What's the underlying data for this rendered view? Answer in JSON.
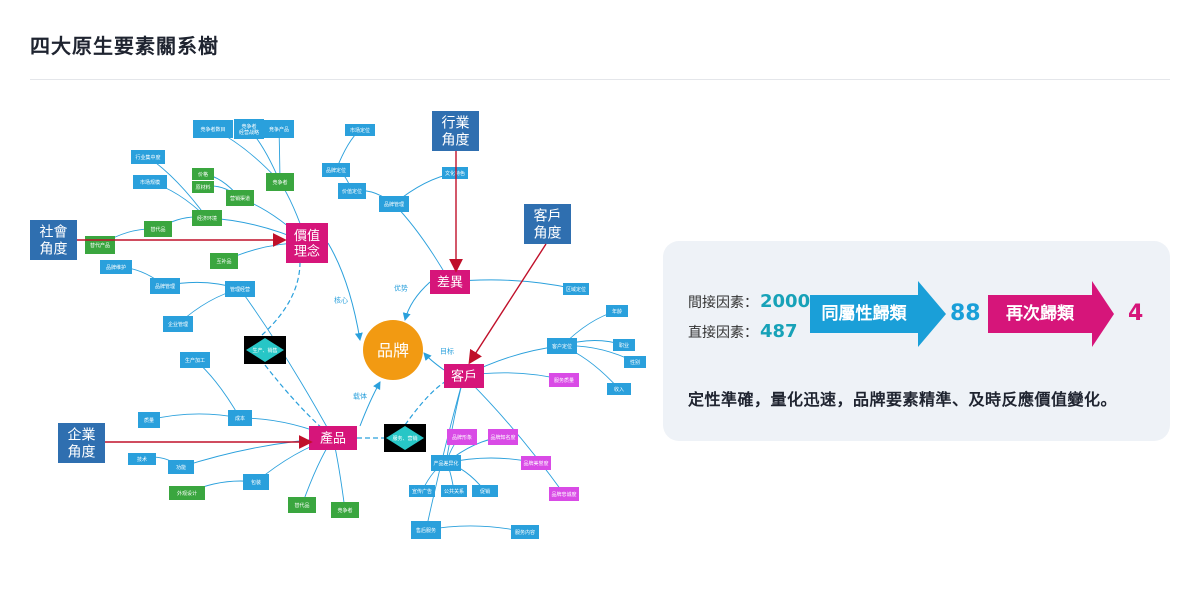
{
  "page": {
    "title": "四大原生要素關系樹"
  },
  "diagram": {
    "center": "品牌",
    "main_nodes": {
      "value": "價值\n理念",
      "diff": "差異",
      "customer": "客戶",
      "product": "產品"
    },
    "decisions": {
      "d1": "生产、销售",
      "d2": "服务、营销"
    },
    "perspectives": {
      "social": "社會\n角度",
      "industry": "行業\n角度",
      "customer": "客戶\n角度",
      "enterprise": "企業\n角度"
    },
    "edge_labels": {
      "e1": "核心",
      "e2": "优势",
      "e3": "载体",
      "e4": "目标"
    },
    "small_nodes": {
      "s1": "竞争者数目",
      "s2": "竞争者\n经营战略",
      "s3": "竞争产品",
      "s4": "竞争者",
      "s5": "替代品",
      "s6": "价格",
      "s7": "替代产品",
      "s8": "经济环境",
      "s9": "营销渠道",
      "s10": "原材料",
      "s11": "互补品",
      "s12": "管理经营",
      "s13": "品牌管理",
      "s14": "品牌维护",
      "s15": "企业管理",
      "s16": "生产加工",
      "s17": "成本",
      "s18": "质量",
      "s19": "外观设计",
      "s20": "包装",
      "s21": "品牌定位",
      "s22": "市场定位",
      "s23": "价值定位",
      "s24": "品牌管理",
      "s25": "客户定位",
      "s26": "年龄",
      "s27": "性别",
      "s28": "收入",
      "s29": "品牌形象",
      "s30": "品牌知名度",
      "s31": "品牌美誉度",
      "s32": "服务质量",
      "s33": "品牌忠诚度",
      "s34": "售后服务",
      "s35": "服务内容",
      "s36": "宣传广告",
      "s37": "公共关系",
      "s38": "促销",
      "s39": "竞争者",
      "s40": "替代品",
      "s41": "功能",
      "s42": "技术",
      "s43": "产品差异化",
      "s44": "行业集中度",
      "s45": "市场规模",
      "s46": "文化特色",
      "s47": "区域定位",
      "s48": "职业"
    }
  },
  "panel": {
    "indirect_label": "間接因素：",
    "indirect_value": "2000",
    "direct_label": "直接因素：",
    "direct_value": "487",
    "step1": "同屬性歸類",
    "result1": "88",
    "step2": "再次歸類",
    "result2": "4",
    "conclusion": "定性準確，量化迅速，品牌要素精準、及時反應價值變化。"
  },
  "colors": {
    "magenta": "#d6157a",
    "blue": "#2aa0dc",
    "green": "#3aa63f",
    "purple": "#d94be6",
    "orange": "#f29a12",
    "navy": "#2f6fb0",
    "arrow_blue": "#1a9fd8",
    "red_line": "#c0102a"
  }
}
